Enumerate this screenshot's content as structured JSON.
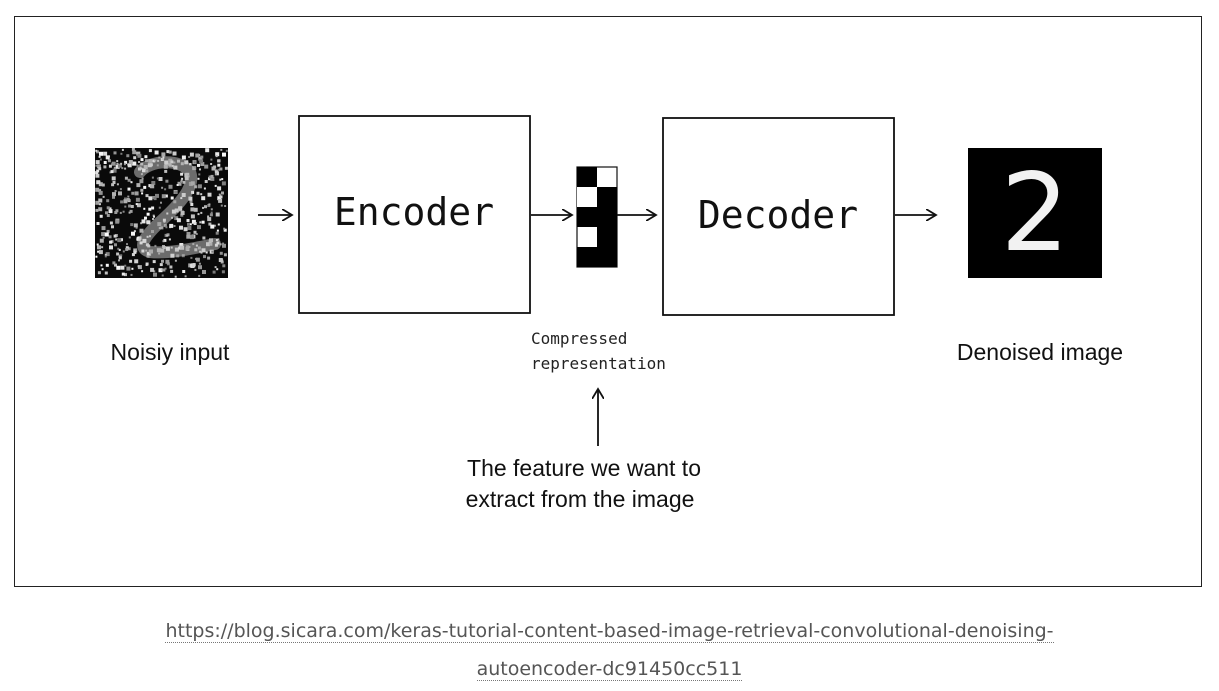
{
  "diagram": {
    "input_label": "Noisiy input",
    "encoder_label": "Encoder",
    "decoder_label": "Decoder",
    "compressed_label_line1": "Compressed",
    "compressed_label_line2": "representation",
    "output_label": "Denoised image",
    "output_digit": "2",
    "feature_note_line1": "The feature we want to",
    "feature_note_line2": "extract from the image"
  },
  "caption": {
    "link_line1": "https://blog.sicara.com/keras-tutorial-content-based-image-retrieval-convolutional-denoising-",
    "link_line2": "autoencoder-dc91450cc511"
  }
}
